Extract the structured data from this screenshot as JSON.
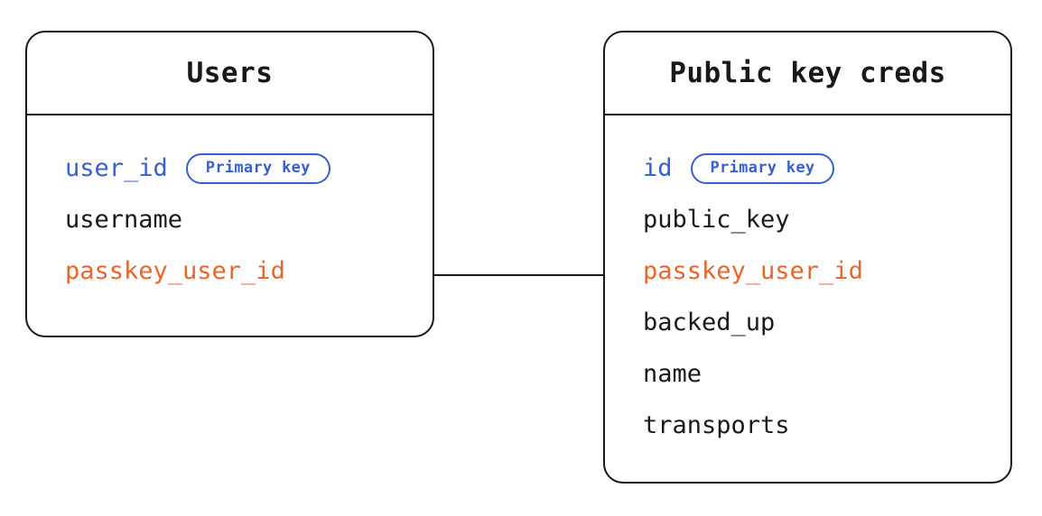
{
  "diagram": {
    "type": "entity-relationship-diagram",
    "colors": {
      "stroke": "#17191c",
      "primary_key": "#3760cc",
      "foreign_key": "#e8662c",
      "plain_text": "#17191c",
      "background": "#ffffff"
    },
    "badge_label": "Primary key",
    "entities": [
      {
        "id": "users",
        "title": "Users",
        "fields": [
          {
            "name": "user_id",
            "role": "primary",
            "badge": "Primary key"
          },
          {
            "name": "username",
            "role": "plain",
            "badge": null
          },
          {
            "name": "passkey_user_id",
            "role": "foreign",
            "badge": null
          }
        ]
      },
      {
        "id": "public_key_creds",
        "title": "Public key creds",
        "fields": [
          {
            "name": "id",
            "role": "primary",
            "badge": "Primary key"
          },
          {
            "name": "public_key",
            "role": "plain",
            "badge": null
          },
          {
            "name": "passkey_user_id",
            "role": "foreign",
            "badge": null
          },
          {
            "name": "backed_up",
            "role": "plain",
            "badge": null
          },
          {
            "name": "name",
            "role": "plain",
            "badge": null
          },
          {
            "name": "transports",
            "role": "plain",
            "badge": null
          }
        ]
      }
    ],
    "relationships": [
      {
        "from_entity": "users",
        "from_field": "passkey_user_id",
        "to_entity": "public_key_creds",
        "to_field": "passkey_user_id",
        "style": "straight-line"
      }
    ]
  }
}
